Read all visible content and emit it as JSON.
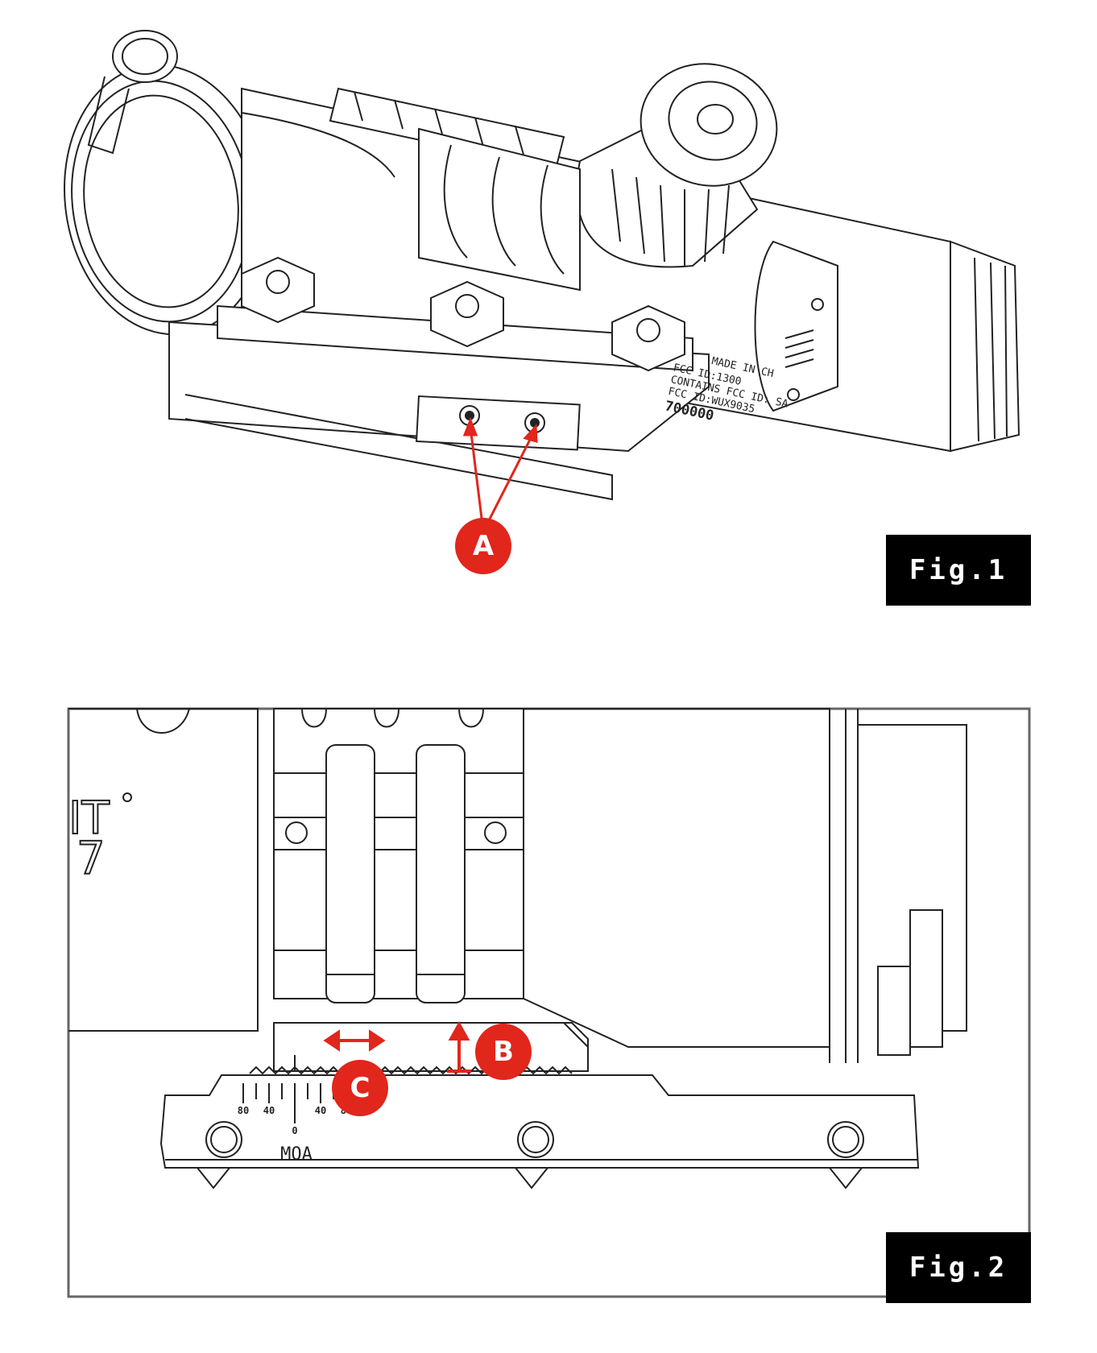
{
  "figures": [
    {
      "id": "fig1",
      "label": "Fig.1",
      "callouts": [
        {
          "letter": "A"
        }
      ],
      "engraving": {
        "line1": "MADE IN CH",
        "line2": "700000",
        "line3": "FCC ID:1300",
        "line4": "CONTAINS FCC ID: SA",
        "line5": "FCC ID:WUX9035"
      }
    },
    {
      "id": "fig2",
      "label": "Fig.2",
      "callouts": [
        {
          "letter": "B"
        },
        {
          "letter": "C"
        }
      ],
      "scale": {
        "unit": "MOA",
        "ticks": [
          "80",
          "40",
          "0",
          "40",
          "80"
        ]
      },
      "side_text": {
        "top": "IT",
        "bottom": "7"
      }
    }
  ],
  "colors": {
    "accent": "#e1261c",
    "label_bg": "#000000",
    "line": "#222222"
  }
}
